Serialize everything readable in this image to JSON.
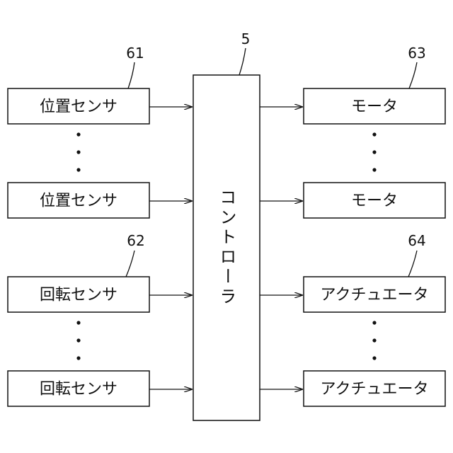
{
  "controller": {
    "ref": "5",
    "label": "コントローラ"
  },
  "inputs": [
    {
      "label": "位置センサ"
    },
    {
      "label": "位置センサ"
    },
    {
      "label": "回転センサ"
    },
    {
      "label": "回転センサ"
    }
  ],
  "outputs": [
    {
      "label": "モータ"
    },
    {
      "label": "モータ"
    },
    {
      "label": "アクチュエータ"
    },
    {
      "label": "アクチュエータ"
    }
  ],
  "refs": {
    "position_sensor": "61",
    "rotation_sensor": "62",
    "motor": "63",
    "actuator": "64"
  }
}
